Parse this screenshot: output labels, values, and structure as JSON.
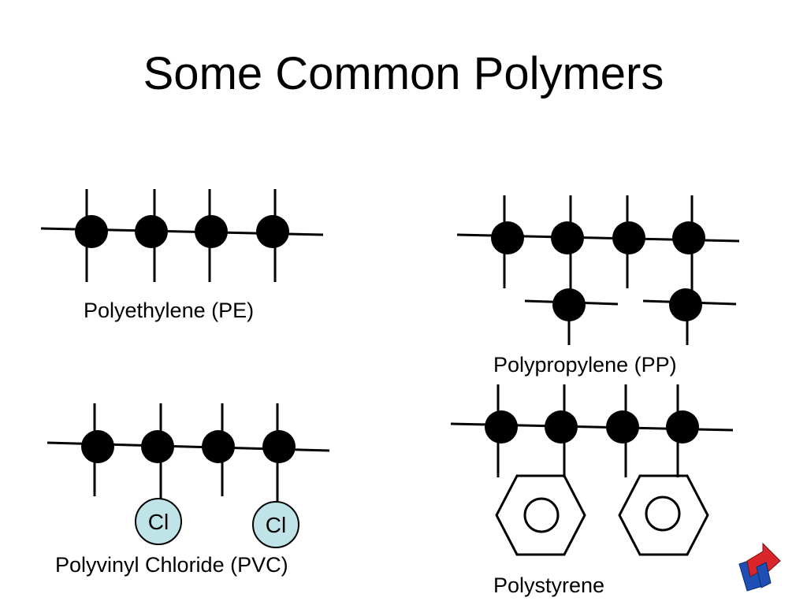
{
  "slide": {
    "title": "Some Common Polymers"
  },
  "polymers": [
    {
      "id": "pe",
      "name": "Polyethylene (PE)"
    },
    {
      "id": "pp",
      "name": "Polypropylene (PP)"
    },
    {
      "id": "pvc",
      "name": "Polyvinyl Chloride (PVC)",
      "substituent": "Cl"
    },
    {
      "id": "ps",
      "name": "Polystyrene"
    }
  ],
  "colors": {
    "atom": "#000000",
    "chlorine_fill": "#bfe3e6",
    "logo_red": "#d8262b",
    "logo_blue": "#1f4fb4"
  },
  "icons": {
    "logo": "arrow-cube-logo-icon"
  }
}
